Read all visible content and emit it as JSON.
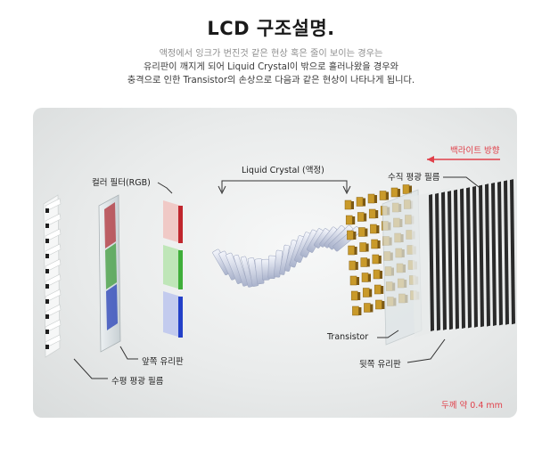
{
  "header": {
    "title": "LCD 구조설명.",
    "line1": "액정에서 잉크가 번진것 같은 현상 혹은 줄이 보이는 경우는",
    "line2": "유리판이 깨지게 되어 Liquid Crystal이 밖으로 흘러나왔을 경우와",
    "line3": "충격으로 인한 Transistor의 손상으로 다음과 같은 현상이 나타나게 됩니다."
  },
  "diagram": {
    "labels": {
      "backlight": "백라이트 방향",
      "vertical_filter": "수직 평광 필름",
      "liquid_crystal": "Liquid Crystal (액정)",
      "color_filter": "컬러 필터(RGB)",
      "transistor": "Transistor",
      "rear_glass": "뒷쪽 유리판",
      "front_glass": "앞쪽 유리판",
      "horizontal_filter": "수평 평광 필름",
      "thickness": "두께 약 0.4 mm"
    },
    "colors": {
      "accent_red": "#e0404a",
      "filter_red": "#c0262d",
      "filter_green": "#3fae3a",
      "filter_blue": "#2340c8",
      "transistor_gold": "#c99a2a"
    }
  }
}
